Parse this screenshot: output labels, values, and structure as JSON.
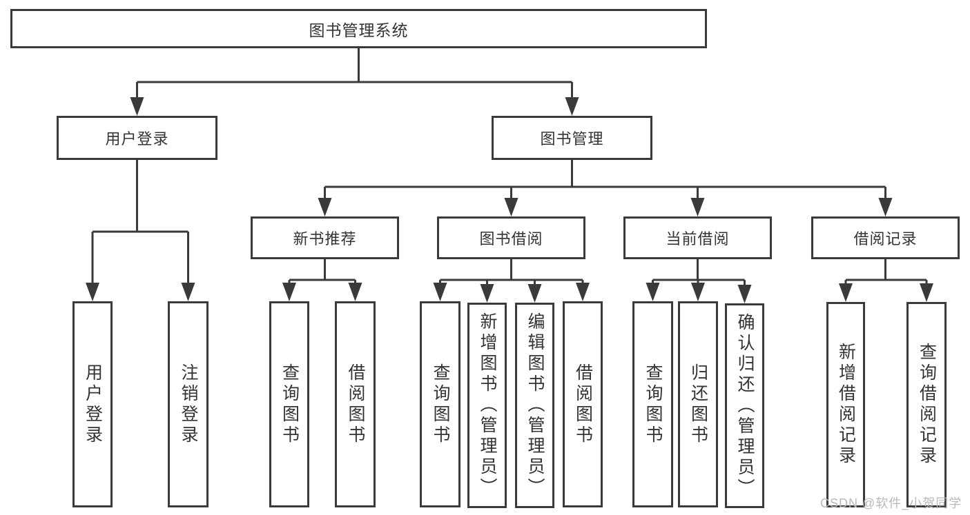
{
  "diagram": {
    "type": "tree",
    "title": "图书管理系统",
    "line_color": "#3a3a3a",
    "text_color": "#333333",
    "background_color": "#ffffff",
    "nodes": [
      {
        "id": "root",
        "label": "图书管理系统",
        "parent": null,
        "level": 1,
        "orientation": "horizontal"
      },
      {
        "id": "user-login",
        "label": "用户登录",
        "parent": "root",
        "level": 2,
        "orientation": "horizontal"
      },
      {
        "id": "book-mgmt",
        "label": "图书管理",
        "parent": "root",
        "level": 2,
        "orientation": "horizontal"
      },
      {
        "id": "new-book-recommend",
        "label": "新书推荐",
        "parent": "book-mgmt",
        "level": 3,
        "orientation": "horizontal"
      },
      {
        "id": "book-borrow",
        "label": "图书借阅",
        "parent": "book-mgmt",
        "level": 3,
        "orientation": "horizontal"
      },
      {
        "id": "current-borrow",
        "label": "当前借阅",
        "parent": "book-mgmt",
        "level": 3,
        "orientation": "horizontal"
      },
      {
        "id": "borrow-record",
        "label": "借阅记录",
        "parent": "book-mgmt",
        "level": 3,
        "orientation": "horizontal"
      },
      {
        "id": "leaf-user-login",
        "label": "用户登录",
        "parent": "user-login",
        "level": 4,
        "orientation": "vertical"
      },
      {
        "id": "leaf-logout",
        "label": "注销登录",
        "parent": "user-login",
        "level": 4,
        "orientation": "vertical"
      },
      {
        "id": "leaf-query-book-1",
        "label": "查询图书",
        "parent": "new-book-recommend",
        "level": 4,
        "orientation": "vertical"
      },
      {
        "id": "leaf-borrow-book-1",
        "label": "借阅图书",
        "parent": "new-book-recommend",
        "level": 4,
        "orientation": "vertical"
      },
      {
        "id": "leaf-query-book-2",
        "label": "查询图书",
        "parent": "book-borrow",
        "level": 4,
        "orientation": "vertical"
      },
      {
        "id": "leaf-add-book",
        "label": "新增图书（管理员）",
        "parent": "book-borrow",
        "level": 4,
        "orientation": "vertical"
      },
      {
        "id": "leaf-edit-book",
        "label": "编辑图书（管理员）",
        "parent": "book-borrow",
        "level": 4,
        "orientation": "vertical"
      },
      {
        "id": "leaf-borrow-book-2",
        "label": "借阅图书",
        "parent": "book-borrow",
        "level": 4,
        "orientation": "vertical"
      },
      {
        "id": "leaf-query-book-3",
        "label": "查询图书",
        "parent": "current-borrow",
        "level": 4,
        "orientation": "vertical"
      },
      {
        "id": "leaf-return-book",
        "label": "归还图书",
        "parent": "current-borrow",
        "level": 4,
        "orientation": "vertical"
      },
      {
        "id": "leaf-confirm-return",
        "label": "确认归还（管理员）",
        "parent": "current-borrow",
        "level": 4,
        "orientation": "vertical"
      },
      {
        "id": "leaf-add-borrow-record",
        "label": "新增借阅记录",
        "parent": "borrow-record",
        "level": 4,
        "orientation": "vertical"
      },
      {
        "id": "leaf-query-borrow-record",
        "label": "查询借阅记录",
        "parent": "borrow-record",
        "level": 4,
        "orientation": "vertical"
      }
    ]
  },
  "watermark": {
    "text": "CSDN @软件_小贺同学",
    "color": "#b9b9b9"
  }
}
